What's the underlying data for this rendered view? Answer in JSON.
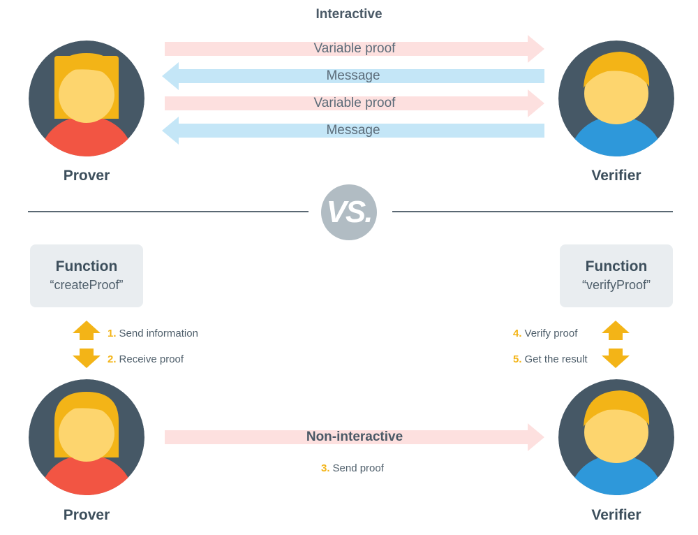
{
  "interactive": {
    "title": "Interactive",
    "arrows": [
      {
        "label": "Variable proof",
        "direction": "right"
      },
      {
        "label": "Message",
        "direction": "left"
      },
      {
        "label": "Variable proof",
        "direction": "right"
      },
      {
        "label": "Message",
        "direction": "left"
      }
    ],
    "prover_label": "Prover",
    "verifier_label": "Verifier"
  },
  "vs_label": "VS.",
  "non_interactive": {
    "create_box": {
      "title": "Function",
      "name": "“createProof”"
    },
    "verify_box": {
      "title": "Function",
      "name": "“verifyProof”"
    },
    "steps": {
      "s1": {
        "num": "1.",
        "text": "Send information"
      },
      "s2": {
        "num": "2.",
        "text": "Receive proof"
      },
      "s3": {
        "num": "3.",
        "text": "Send proof"
      },
      "s4": {
        "num": "4.",
        "text": "Verify proof"
      },
      "s5": {
        "num": "5.",
        "text": "Get the result"
      }
    },
    "arrow_label": "Non-interactive",
    "prover_label": "Prover",
    "verifier_label": "Verifier"
  },
  "colors": {
    "pink_arrow": "#fde0df",
    "blue_arrow": "#c4e6f7",
    "avatar_bg": "#465866",
    "face": "#fdd56e",
    "hair": "#f3b417",
    "prover_shirt": "#f25543",
    "verifier_shirt": "#2e98da",
    "step_accent": "#f3b417"
  }
}
